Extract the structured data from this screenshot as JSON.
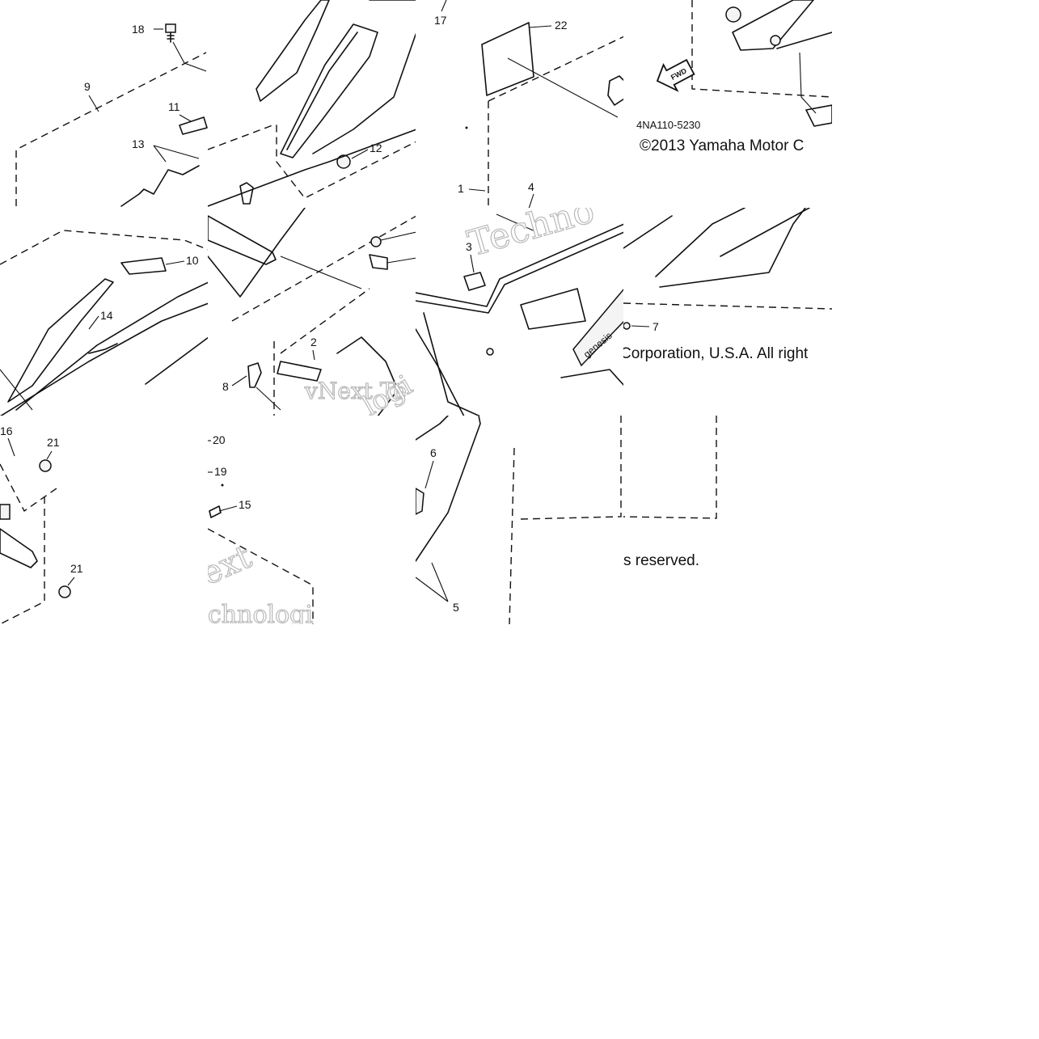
{
  "diagram": {
    "callouts": [
      "1",
      "2",
      "3",
      "4",
      "5",
      "6",
      "7",
      "8",
      "9",
      "10",
      "11",
      "12",
      "13",
      "14",
      "15",
      "16",
      "17",
      "18",
      "19",
      "20",
      "21",
      "21",
      "22"
    ],
    "part_code": "4NA110-5230",
    "copyright": "©2013 Yamaha Motor Corporation, U.S.A. All rights reserved.",
    "copyright_fragments": {
      "line1": "©2013 Yamaha Motor C",
      "line2": "Corporation, U.S.A. All right",
      "line3": "s reserved."
    },
    "fwd_label": "FWD",
    "watermark_fragments": {
      "techno": "Techno",
      "next_te": "vNext Te",
      "logi": "logi",
      "ext": "ext",
      "chnologi": "chnologi"
    },
    "badge_text": "genesis"
  }
}
